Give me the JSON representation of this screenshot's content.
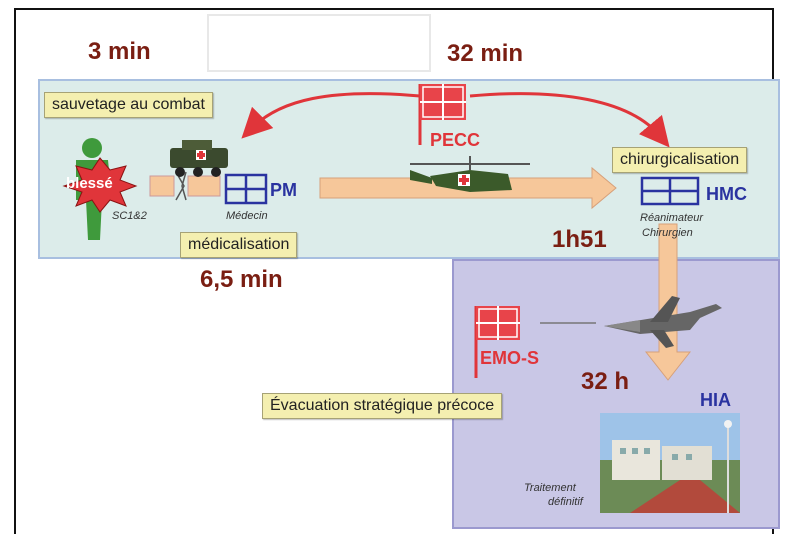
{
  "times": {
    "t1": "3 min",
    "t2": "32 min",
    "t3": "6,5 min",
    "t4": "1h51",
    "t5": "32 h"
  },
  "labels": {
    "sauvetage": "sauvetage au combat",
    "chirurgicalisation": "chirurgicalisation",
    "medicalisation": "médicalisation",
    "evacuation": "Évacuation stratégique précoce"
  },
  "nodes": {
    "blesse": "blessé",
    "sc": "SC1&2",
    "pm": "PM",
    "medecin": "Médecin",
    "pecc": "PECC",
    "hmc": "HMC",
    "reanimateur": "Réanimateur",
    "chirurgien": "Chirurgien",
    "emos": "EMO-S",
    "hia": "HIA",
    "traitement1": "Traitement",
    "traitement2": "définitif"
  },
  "colors": {
    "time": "#7a1e12",
    "blue": "#2a33a0",
    "red_flag": "#e8444a",
    "panel_top": "#dcecea",
    "panel_bottom": "#c9c7e6",
    "arrow": "#f6c79a",
    "label_bg": "#f4efb0"
  },
  "icons": [
    "soldier-icon",
    "armored-vehicle-icon",
    "helicopter-icon",
    "jet-icon",
    "hospital-photo"
  ]
}
